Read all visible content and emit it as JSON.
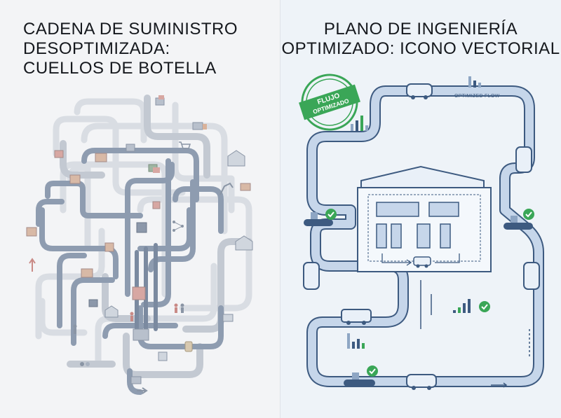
{
  "left": {
    "title_lines": [
      "CADENA DE SUMINISTRO",
      "DESOPTIMIZADA:",
      "CUELLOS DE BOTELLA"
    ]
  },
  "right": {
    "title_lines": [
      "PLANO DE INGENIERÍA",
      "OPTIMIZADO: ICONO VECTORIAL"
    ],
    "stamp_lines": [
      "FLUJO",
      "OPTIMIZADO"
    ],
    "flow_label": "OPTIMIZED FLOW"
  },
  "colors": {
    "left_bg": "#f3f4f6",
    "right_bg": "#eef3f8",
    "gray_route": "#c9ced6",
    "gray_route_dark": "#8e9cb0",
    "blue_route": "#c6d6ea",
    "blue_outline": "#3d5a80",
    "check_green": "#3aa657",
    "stamp_green": "#3aa657"
  }
}
